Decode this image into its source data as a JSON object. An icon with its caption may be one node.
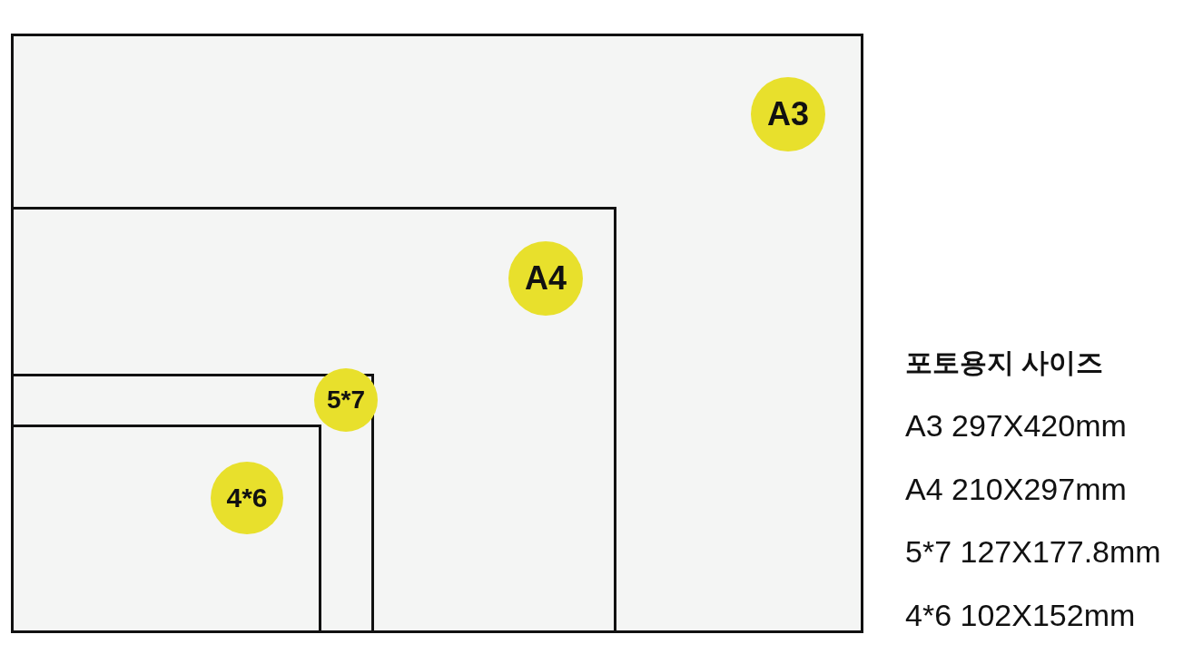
{
  "diagram": {
    "nodes": [
      {
        "text": [],
        "shape": "box"
      },
      {
        "text": [
          "A3"
        ],
        "in": 0
      },
      {
        "text": [],
        "shape": "box",
        "in": 0
      },
      {
        "text": [
          "A4"
        ],
        "in": 2
      },
      {
        "text": [],
        "shape": "box",
        "in": 2
      },
      {
        "text": [
          "5*7"
        ],
        "in": 2
      },
      {
        "text": [],
        "shape": "box",
        "in": 4
      },
      {
        "text": [
          "4*6"
        ],
        "in": 6
      }
    ],
    "edges": [],
    "labels": [
      "포토용지 사이즈",
      "A3 297X420mm",
      "A4 210X297mm",
      "5*7 127X177.8mm",
      "4*6 102X152mm"
    ]
  }
}
